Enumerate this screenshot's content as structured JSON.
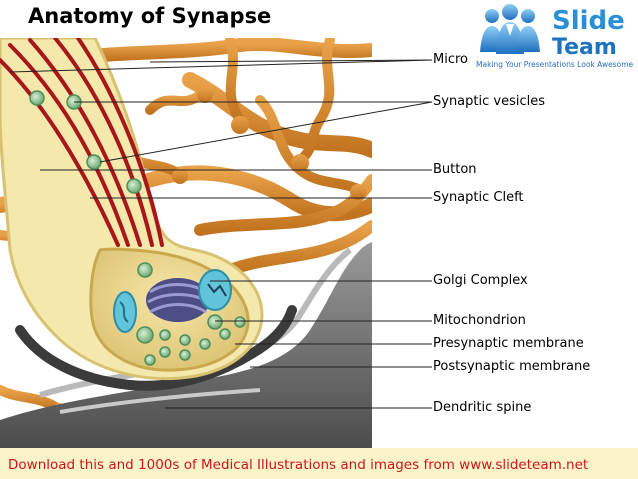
{
  "page": {
    "title": "Anatomy of Synapse"
  },
  "logo": {
    "word1": "Slide",
    "word2": "Team",
    "tagline": "Making Your Presentations Look Awesome"
  },
  "labels": [
    {
      "id": "microtubules",
      "text": "Micro"
    },
    {
      "id": "synaptic-vesicles",
      "text": "Synaptic vesicles"
    },
    {
      "id": "button",
      "text": "Button"
    },
    {
      "id": "synaptic-cleft",
      "text": "Synaptic Cleft"
    },
    {
      "id": "golgi-complex",
      "text": "Golgi Complex"
    },
    {
      "id": "mitochondrion",
      "text": "Mitochondrion"
    },
    {
      "id": "presynaptic-membrane",
      "text": "Presynaptic membrane"
    },
    {
      "id": "postsynaptic-membrane",
      "text": "Postsynaptic membrane"
    },
    {
      "id": "dendritic-spine",
      "text": "Dendritic spine"
    }
  ],
  "footer": {
    "text": "Download this and 1000s of Medical Illustrations and images from www.slideteam.net"
  },
  "colors": {
    "footer_bg": "#fdf3c9",
    "footer_text": "#c8171b",
    "dendrite_orange": "#d98a2e",
    "axon_cream": "#f3e4a4",
    "fiber_red": "#a8161a",
    "vesicle_green": "#8fbf8c",
    "spine_gray": "#6b6b6b",
    "golgi_purple": "#5d5d95",
    "mito_cyan": "#62c4d8",
    "brand_blue": "#2a8fd4"
  }
}
